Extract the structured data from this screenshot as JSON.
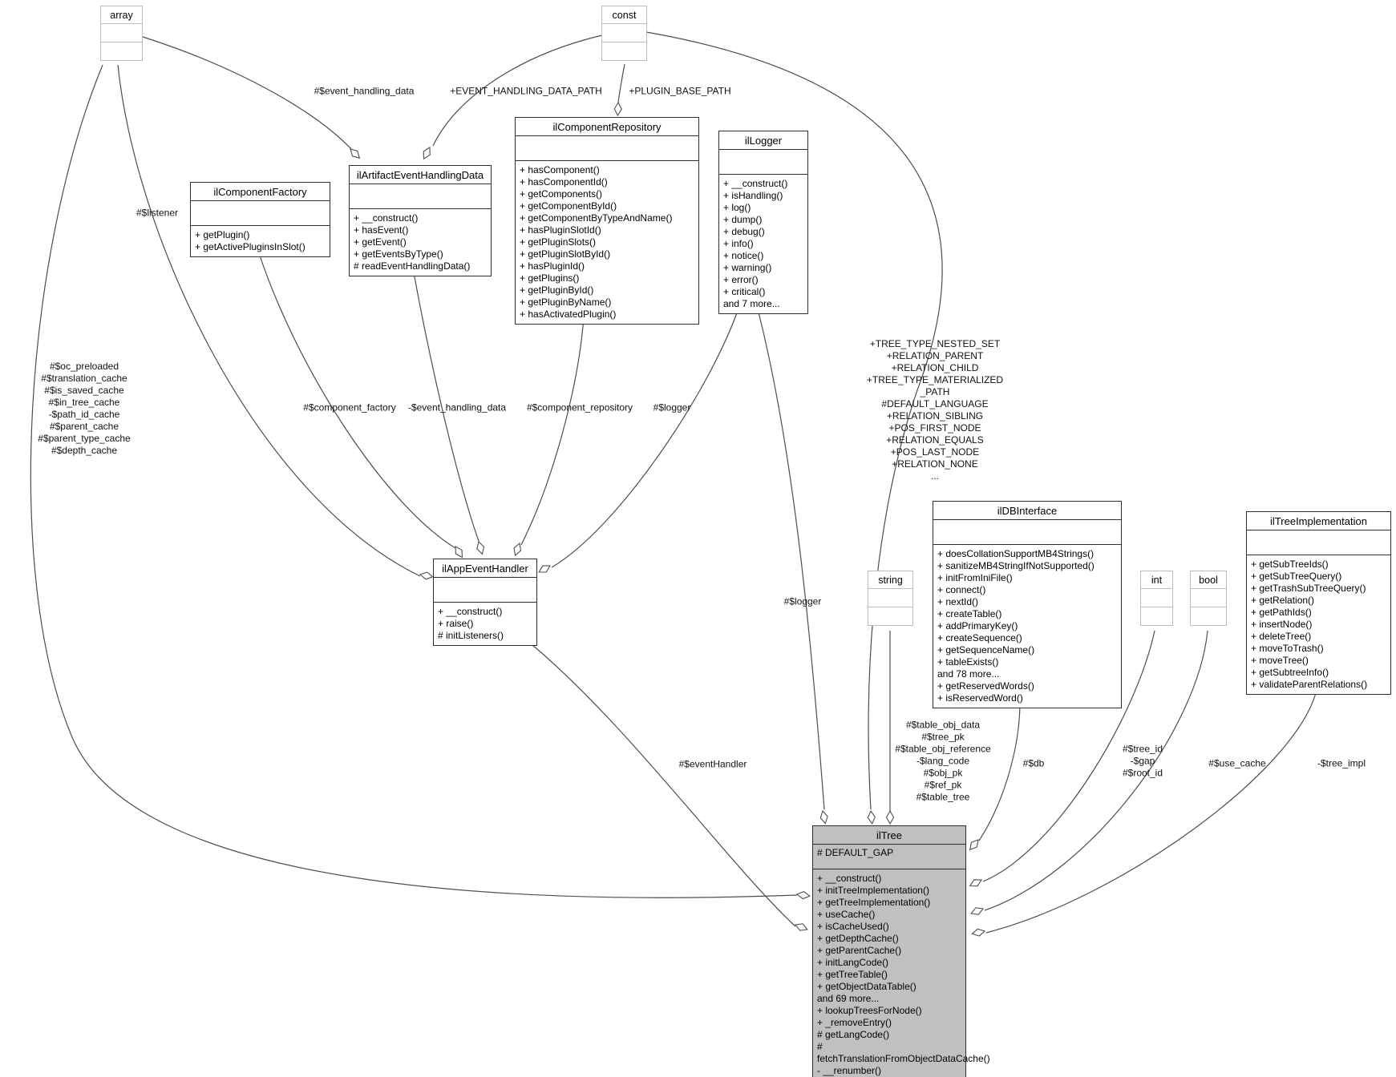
{
  "classes": {
    "array": {
      "title": "array"
    },
    "const": {
      "title": "const"
    },
    "string": {
      "title": "string"
    },
    "int": {
      "title": "int"
    },
    "bool": {
      "title": "bool"
    },
    "ilComponentFactory": {
      "title": "ilComponentFactory",
      "methods": [
        "+ getPlugin()",
        "+ getActivePluginsInSlot()"
      ]
    },
    "ilArtifactEventHandlingData": {
      "title": "ilArtifactEventHandlingData",
      "methods": [
        "+ __construct()",
        "+ hasEvent()",
        "+ getEvent()",
        "+ getEventsByType()",
        "# readEventHandlingData()"
      ]
    },
    "ilComponentRepository": {
      "title": "ilComponentRepository",
      "methods": [
        "+ hasComponent()",
        "+ hasComponentId()",
        "+ getComponents()",
        "+ getComponentById()",
        "+ getComponentByTypeAndName()",
        "+ hasPluginSlotId()",
        "+ getPluginSlots()",
        "+ getPluginSlotById()",
        "+ hasPluginId()",
        "+ getPlugins()",
        "+ getPluginById()",
        "+ getPluginByName()",
        "+ hasActivatedPlugin()"
      ]
    },
    "ilLogger": {
      "title": "ilLogger",
      "methods": [
        "+ __construct()",
        "+ isHandling()",
        "+ log()",
        "+ dump()",
        "+ debug()",
        "+ info()",
        "+ notice()",
        "+ warning()",
        "+ error()",
        "+ critical()",
        "and 7 more..."
      ]
    },
    "ilAppEventHandler": {
      "title": "ilAppEventHandler",
      "methods": [
        "+ __construct()",
        "+ raise()",
        "# initListeners()"
      ]
    },
    "ilDBInterface": {
      "title": "ilDBInterface",
      "methods": [
        "+ doesCollationSupportMB4Strings()",
        "+ sanitizeMB4StringIfNotSupported()",
        "+ initFromIniFile()",
        "+ connect()",
        "+ nextId()",
        "+ createTable()",
        "+ addPrimaryKey()",
        "+ createSequence()",
        "+ getSequenceName()",
        "+ tableExists()",
        "and 78 more...",
        "+ getReservedWords()",
        "+ isReservedWord()"
      ]
    },
    "ilTreeImplementation": {
      "title": "ilTreeImplementation",
      "methods": [
        "+ getSubTreeIds()",
        "+ getSubTreeQuery()",
        "+ getTrashSubTreeQuery()",
        "+ getRelation()",
        "+ getPathIds()",
        "+ insertNode()",
        "+ deleteTree()",
        "+ moveToTrash()",
        "+ moveTree()",
        "+ getSubtreeInfo()",
        "+ validateParentRelations()"
      ]
    },
    "ilTree": {
      "title": "ilTree",
      "attributes": [
        "# DEFAULT_GAP"
      ],
      "methods": [
        "+ __construct()",
        "+ initTreeImplementation()",
        "+ getTreeImplementation()",
        "+ useCache()",
        "+ isCacheUsed()",
        "+ getDepthCache()",
        "+ getParentCache()",
        "+ initLangCode()",
        "+ getTreeTable()",
        "+ getObjectDataTable()",
        "and 69 more...",
        "+ lookupTreesForNode()",
        "+ _removeEntry()",
        "# getLangCode()",
        "# fetchTranslationFromObjectDataCache()",
        "- __renumber()"
      ]
    }
  },
  "edge_labels": {
    "event_handling_data": "#$event_handling_data",
    "event_handling_data_path": "+EVENT_HANDLING_DATA_PATH",
    "plugin_base_path": "+PLUGIN_BASE_PATH",
    "listener": "#$listener",
    "array_caches": [
      "#$oc_preloaded",
      "#$translation_cache",
      "#$is_saved_cache",
      "#$in_tree_cache",
      "-$path_id_cache",
      "#$parent_cache",
      "#$parent_type_cache",
      "#$depth_cache"
    ],
    "component_factory": "#$component_factory",
    "event_handling_data_member": "-$event_handling_data",
    "component_repository": "#$component_repository",
    "logger_handler": "#$logger",
    "tree_constants": [
      "+TREE_TYPE_NESTED_SET",
      "+RELATION_PARENT",
      "+RELATION_CHILD",
      "+TREE_TYPE_MATERIALIZED",
      "_PATH",
      "#DEFAULT_LANGUAGE",
      "+RELATION_SIBLING",
      "+POS_FIRST_NODE",
      "+RELATION_EQUALS",
      "+POS_LAST_NODE",
      "+RELATION_NONE",
      "..."
    ],
    "logger_tree": "#$logger",
    "event_handler": "#$eventHandler",
    "table_fields": [
      "#$table_obj_data",
      "#$tree_pk",
      "#$table_obj_reference",
      "-$lang_code",
      "#$obj_pk",
      "#$ref_pk",
      "#$table_tree"
    ],
    "db": "#$db",
    "tree_id_fields": [
      "#$tree_id",
      "-$gap",
      "#$root_id"
    ],
    "use_cache": "#$use_cache",
    "tree_impl": "-$tree_impl"
  },
  "colors": {
    "highlight_fill": "#c0c0c0",
    "class_border": "#2e2e2e",
    "primitive_border": "#bdbdbd",
    "edge_color": "#4d4d4d"
  }
}
